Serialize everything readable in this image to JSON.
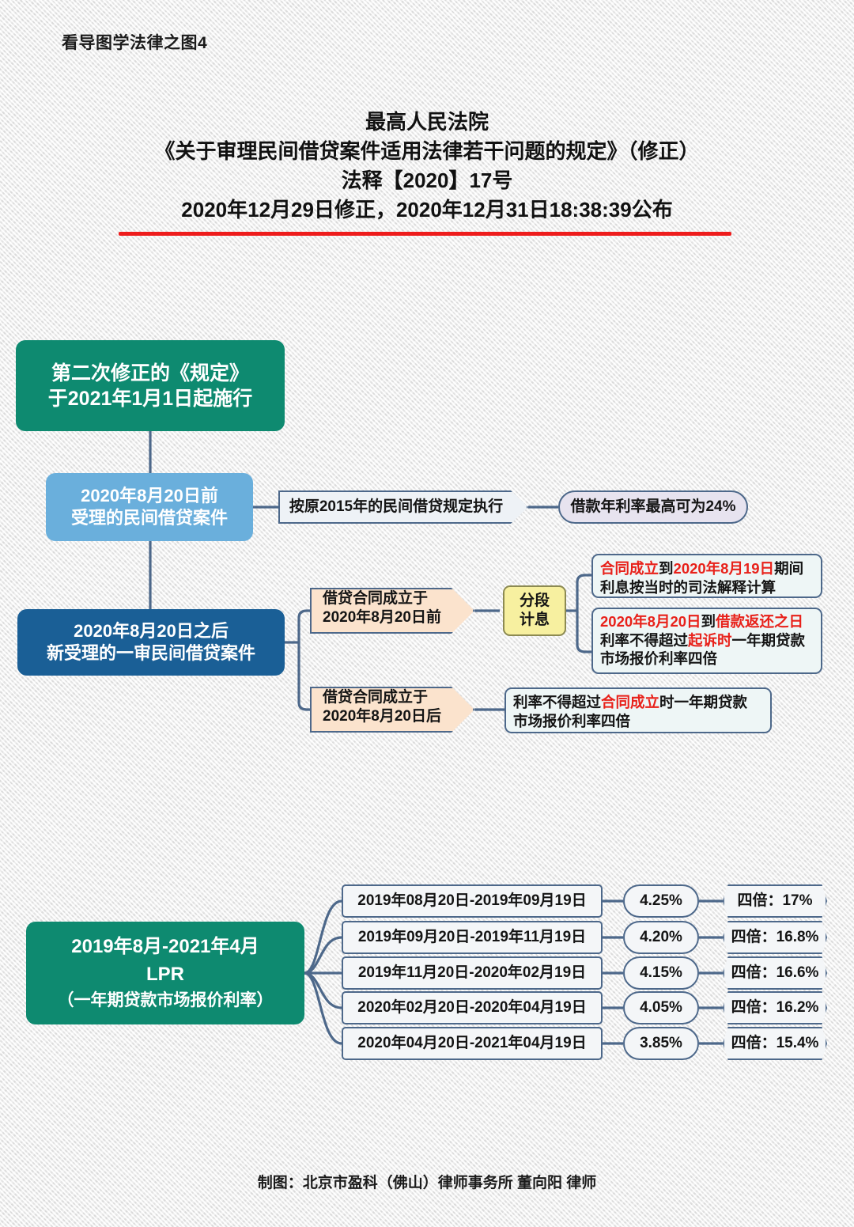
{
  "header": {
    "kicker": "看导图学法律之图4",
    "title_line1": "最高人民法院",
    "title_line2": "《关于审理民间借贷案件适用法律若干问题的规定》（修正）",
    "title_line3": "法释【2020】17号",
    "title_line4": "2020年12月29日修正，2020年12月31日18:38:39公布",
    "rule_color": "#ee1c1c"
  },
  "nodes": {
    "root": "第二次修正的《规定》\n于2021年1月1日起施行",
    "root_l1": "第二次修正的《规定》",
    "root_l2": "于2021年1月1日起施行",
    "branch_before_l1": "2020年8月20日前",
    "branch_before_l2": "受理的民间借贷案件",
    "branch_after_l1": "2020年8月20日之后",
    "branch_after_l2": "新受理的一审民间借贷案件",
    "old_rule": "按原2015年的民间借贷规定执行",
    "old_rule_result": "借款年利率最高可为24%",
    "contract_before_l1": "借贷合同成立于",
    "contract_before_l2": "2020年8月20日前",
    "contract_after_l1": "借贷合同成立于",
    "contract_after_l2": "2020年8月20日后",
    "segmented_l1": "分段",
    "segmented_l2": "计息",
    "seg1_red_a": "合同成立",
    "seg1_mid": "到",
    "seg1_red_b": "2020年8月19日",
    "seg1_tail": "期间",
    "seg1_l2": "利息按当时的司法解释计算",
    "seg2_red_a": "2020年8月20日",
    "seg2_mid": "到",
    "seg2_red_b": "借款返还之日",
    "seg2_l2_pre": "利率不得超过",
    "seg2_l2_red": "起诉时",
    "seg2_l2_post": "一年期贷款",
    "seg2_l3": "市场报价利率四倍",
    "after_rule_pre": "利率不得超过",
    "after_rule_red": "合同成立",
    "after_rule_post": "时一年期贷款",
    "after_rule_l2": "市场报价利率四倍"
  },
  "lpr": {
    "title_l1": "2019年8月-2021年4月",
    "title_l2": "LPR",
    "title_l3": "（一年期贷款市场报价利率）",
    "rows": [
      {
        "period": "2019年08月20日-2019年09月19日",
        "rate": "4.25%",
        "quad": "四倍：17%"
      },
      {
        "period": "2019年09月20日-2019年11月19日",
        "rate": "4.20%",
        "quad": "四倍：16.8%"
      },
      {
        "period": "2019年11月20日-2020年02月19日",
        "rate": "4.15%",
        "quad": "四倍：16.6%"
      },
      {
        "period": "2020年02月20日-2020年04月19日",
        "rate": "4.05%",
        "quad": "四倍：16.2%"
      },
      {
        "period": "2020年04月20日-2021年04月19日",
        "rate": "3.85%",
        "quad": "四倍：15.4%"
      }
    ]
  },
  "footer": {
    "credit": "制图：北京市盈科（佛山）律师事务所 董向阳 律师"
  },
  "colors": {
    "green": "#0e8a70",
    "light_blue": "#6aafdc",
    "dark_blue": "#1a5f96",
    "peach": "#fbe3cd",
    "yellow": "#f7f0a0",
    "lilac": "#e7e3ef",
    "wire": "#4d688a",
    "red_text": "#e8211a"
  }
}
